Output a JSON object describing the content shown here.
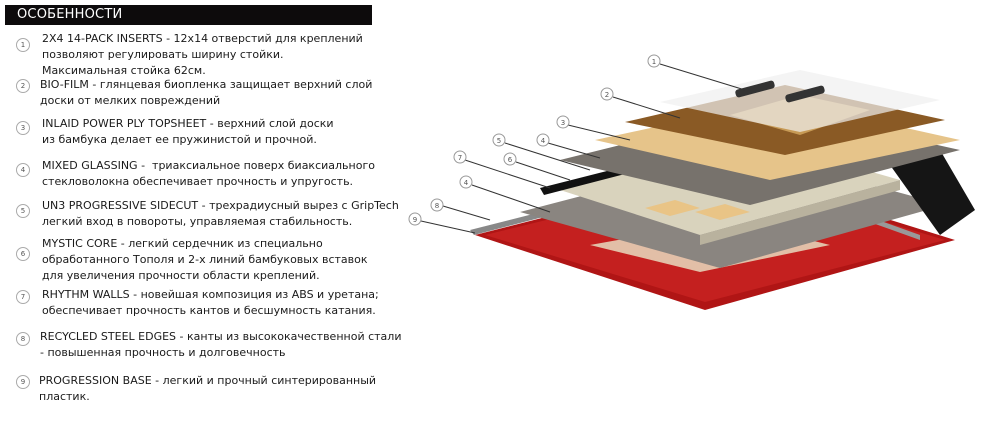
{
  "header": {
    "title": "ОСОБЕННОСТИ"
  },
  "features": [
    {
      "num": "1",
      "text": "2X4 14-PACK INSERTS - 12x14 отверстий для креплений\nпозволяют регулировать ширину стойки.\nМаксимальная стойка 62см."
    },
    {
      "num": "2",
      "text": "BIO-FILM - глянцевая биопленка защищает верхний слой\nдоски от мелких повреждений"
    },
    {
      "num": "3",
      "text": "INLAID POWER PLY TOPSHEET - верхний слой доски\nиз бамбука делает ее пружинистой и прочной."
    },
    {
      "num": "4",
      "text": "MIXED GLASSING -  триаксиальное поверх биаксиального\nстекловолокна обеспечивает прочность и упругость."
    },
    {
      "num": "5",
      "text": "UN3 PROGRESSIVE SIDECUT - трехрадиусный вырез с GripTech\nлегкий вход в повороты, управляемая стабильность."
    },
    {
      "num": "6",
      "text": "MYSTIC CORE - легкий сердечник из специально\nобработанного Тополя и 2-х линий бамбуковых вставок\nдля увеличения прочности области креплений."
    },
    {
      "num": "7",
      "text": "RHYTHM WALLS - новейшая композиция из ABS и уретана;\nобеспечивает прочность кантов и бесшумность катания."
    },
    {
      "num": "8",
      "text": "RECYCLED STEEL EDGES - канты из высококачественной стали\n- повышенная прочность и долговечность"
    },
    {
      "num": "9",
      "text": "PROGRESSION BASE - легкий и прочный синтерированный\nпластик."
    }
  ],
  "diagram": {
    "callouts": [
      "1",
      "2",
      "3",
      "5",
      "4",
      "7",
      "6",
      "4",
      "8",
      "9"
    ]
  }
}
